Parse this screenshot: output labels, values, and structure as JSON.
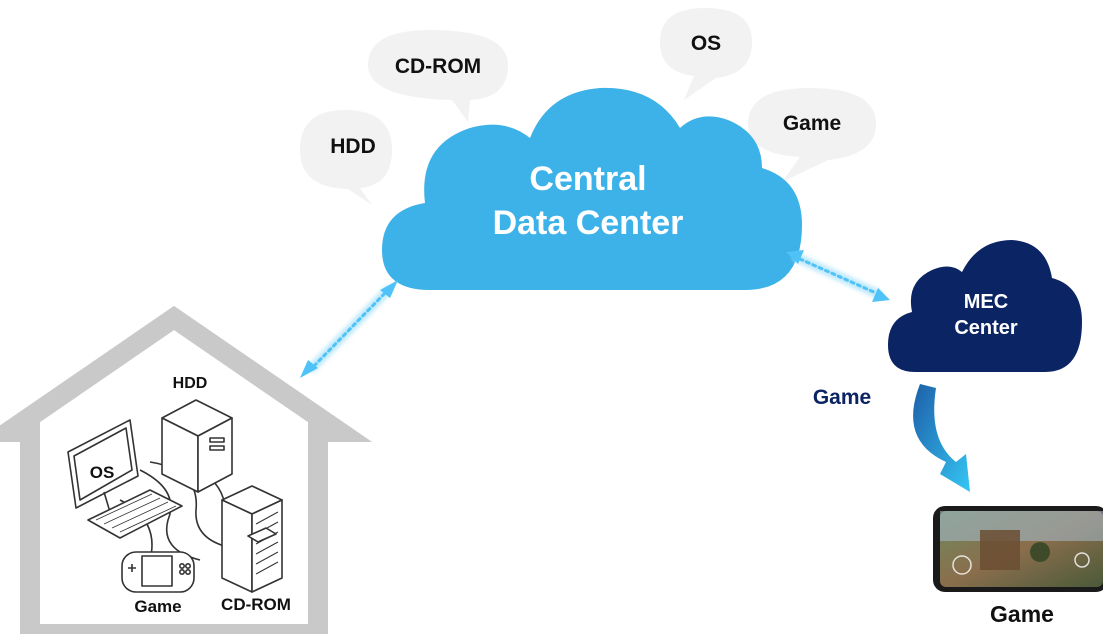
{
  "bubbles": {
    "hdd": "HDD",
    "cdrom": "CD-ROM",
    "os": "OS",
    "game": "Game"
  },
  "central_cloud": {
    "line1": "Central",
    "line2": "Data Center",
    "color": "#3DB2E8"
  },
  "mec_cloud": {
    "line1": "MEC",
    "line2": "Center",
    "color": "#0B2463"
  },
  "mec_game_label": "Game",
  "phone_label": "Game",
  "house": {
    "hdd": "HDD",
    "os": "OS",
    "game": "Game",
    "cdrom": "CD-ROM"
  },
  "colors": {
    "bubble": "#F2F2F2",
    "house": "#C9C9C9",
    "arrow": "#4FC3F7",
    "navy": "#0B2463"
  }
}
